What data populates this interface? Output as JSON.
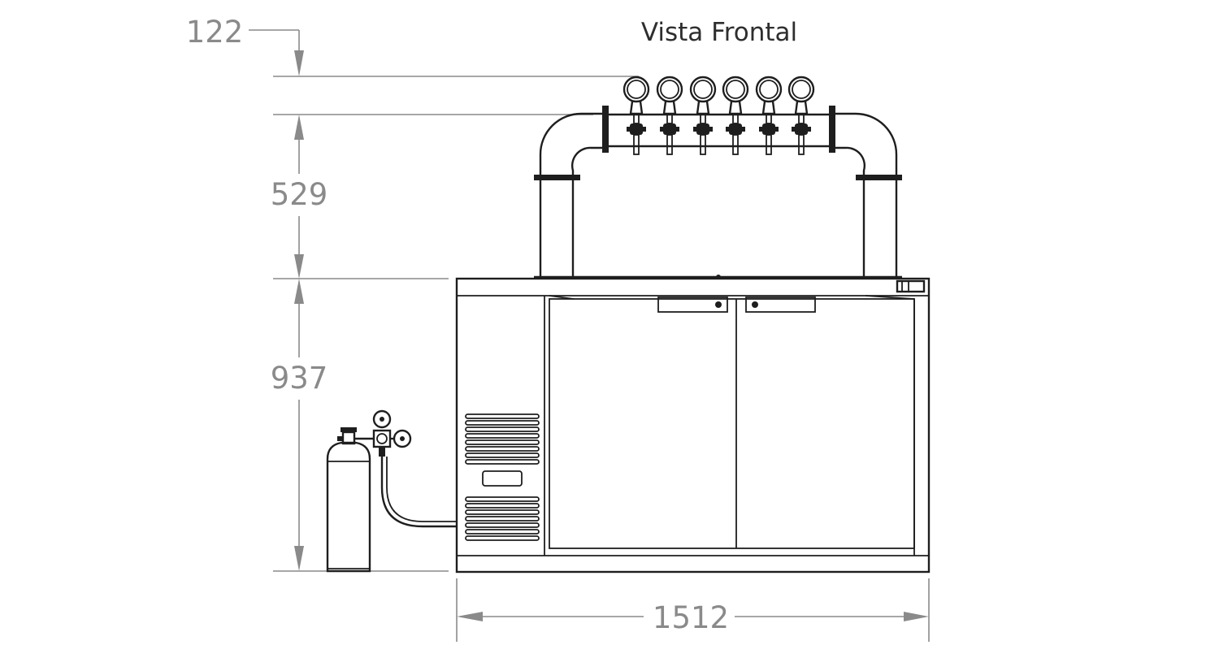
{
  "title": "Vista Frontal",
  "dimensions": {
    "top_offset": "122",
    "tower_height": "529",
    "cabinet_height": "937",
    "width": "1512"
  },
  "tap_count": 6,
  "colors": {
    "dimension": "#8a8a8a",
    "line": "#1e1e1e",
    "background": "#ffffff"
  }
}
